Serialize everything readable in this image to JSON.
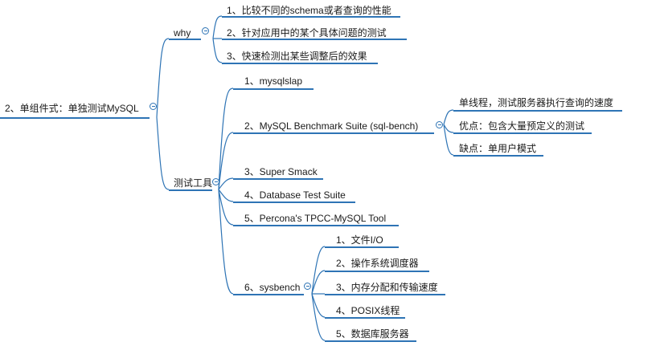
{
  "root": "2、单组件式：单独测试MySQL",
  "why": {
    "label": "why",
    "items": [
      "1、比较不同的schema或者查询的性能",
      "2、针对应用中的某个具体问题的测试",
      "3、快速检测出某些调整后的效果"
    ]
  },
  "tools": {
    "label": "测试工具",
    "items": [
      "1、mysqlslap",
      "2、MySQL Benchmark Suite (sql-bench)",
      "3、Super Smack",
      "4、Database Test Suite",
      "5、Percona's TPCC-MySQL Tool",
      "6、sysbench"
    ],
    "sqlbench_children": [
      "单线程，测试服务器执行查询的速度",
      "优点：包含大量预定义的测试",
      "缺点：单用户模式"
    ],
    "sysbench_children": [
      "1、文件I/O",
      "2、操作系统调度器",
      "3、内存分配和传输速度",
      "4、POSIX线程",
      "5、数据库服务器"
    ]
  },
  "colors": {
    "line": "#2e74b5",
    "text": "#1a1a1a"
  }
}
